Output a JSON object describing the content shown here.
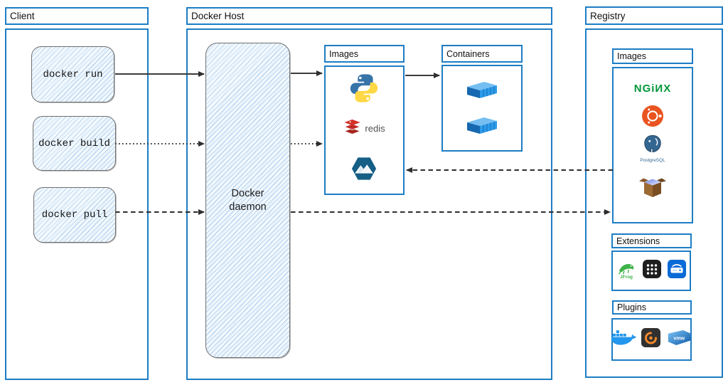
{
  "client": {
    "title": "Client",
    "commands": [
      {
        "label": "docker run",
        "arrow_style": "solid"
      },
      {
        "label": "docker build",
        "arrow_style": "dotted"
      },
      {
        "label": "docker pull",
        "arrow_style": "dashed"
      }
    ]
  },
  "docker_host": {
    "title": "Docker Host",
    "daemon_label": "Docker daemon",
    "images": {
      "title": "Images",
      "items": [
        {
          "icon": "python-icon"
        },
        {
          "icon": "redis-icon",
          "label": "redis"
        },
        {
          "icon": "alpine-icon"
        }
      ]
    },
    "containers": {
      "title": "Containers",
      "items": [
        {
          "icon": "container-icon"
        },
        {
          "icon": "container-icon"
        }
      ]
    }
  },
  "registry": {
    "title": "Registry",
    "images": {
      "title": "Images",
      "items": [
        {
          "icon": "nginx-icon",
          "label": "NGiИX"
        },
        {
          "icon": "ubuntu-icon"
        },
        {
          "icon": "postgresql-icon",
          "label": "PostgreSQL"
        },
        {
          "icon": "package-box-icon"
        }
      ]
    },
    "extensions": {
      "title": "Extensions",
      "items": [
        {
          "icon": "jfrog-icon",
          "label": "JFrog"
        },
        {
          "icon": "app-grid-icon"
        },
        {
          "icon": "disk-usage-icon"
        }
      ]
    },
    "plugins": {
      "title": "Plugins",
      "items": [
        {
          "icon": "docker-whale-icon"
        },
        {
          "icon": "grafana-icon"
        },
        {
          "icon": "vmware-icon",
          "label": "vmw"
        }
      ]
    }
  },
  "arrows": [
    {
      "from": "docker-run",
      "to": "docker-daemon",
      "style": "solid"
    },
    {
      "from": "docker-daemon",
      "to": "host-images",
      "style": "solid"
    },
    {
      "from": "host-images",
      "to": "containers",
      "style": "solid"
    },
    {
      "from": "docker-build",
      "to": "docker-daemon",
      "style": "dotted"
    },
    {
      "from": "docker-daemon",
      "to": "host-images",
      "style": "dotted"
    },
    {
      "from": "registry-images",
      "to": "host-images",
      "style": "dashed"
    },
    {
      "from": "docker-pull",
      "to": "docker-daemon",
      "style": "dashed"
    },
    {
      "from": "docker-daemon",
      "to": "registry-images",
      "style": "dashed"
    }
  ],
  "colors": {
    "box_border_blue": "#1d7dc4",
    "sketch_fill_blue": "#e3eefb",
    "sketch_border_gray": "#6f6f6f",
    "arrow_black": "#2e2e2e",
    "nginx_green": "#009639",
    "ubuntu_orange": "#E95420",
    "postgres_blue": "#336791",
    "redis_red": "#D3312A",
    "python_blue": "#3774A8",
    "python_yellow": "#FFD845",
    "docker_blue": "#2396ED",
    "alpine_teal": "#155E86",
    "jfrog_green": "#3FB34A",
    "grafana_orange": "#F78A2A",
    "vmware_blue": "#0C5AA8"
  }
}
